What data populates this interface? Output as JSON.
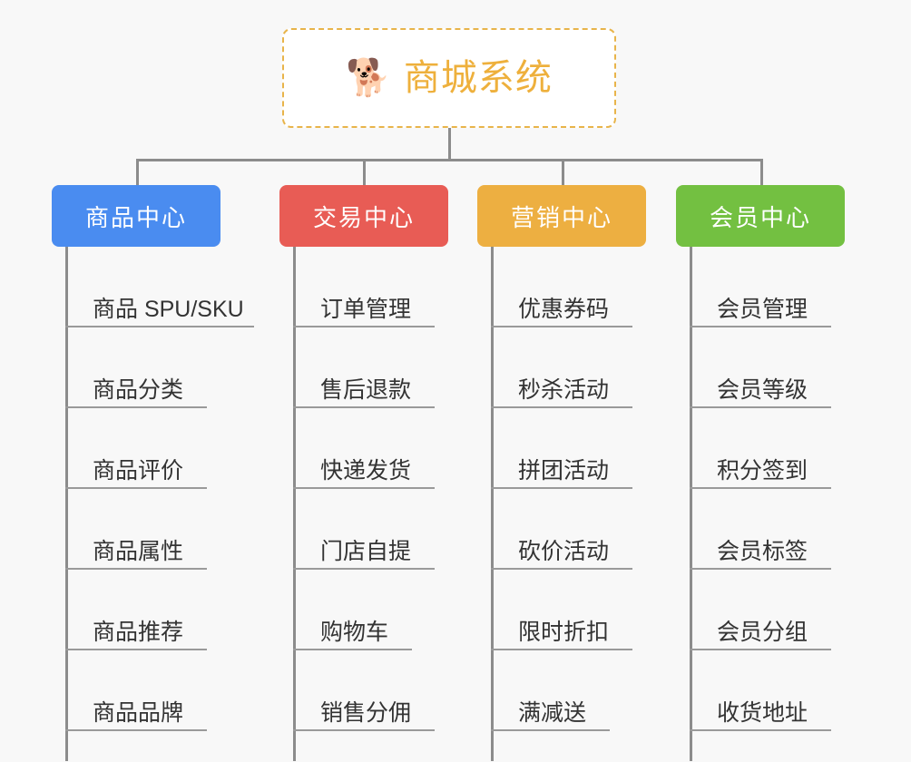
{
  "background_color": "#f8f8f8",
  "root": {
    "icon": "shiba-dog-face-emoji",
    "emoji": "🐕",
    "title": "商城系统",
    "text_color": "#eeb03c",
    "border_color": "#e8b44a"
  },
  "connector_color": "#8c8c8c",
  "columns": [
    {
      "title": "商品中心",
      "color": "#4a8cf0",
      "items": [
        "商品 SPU/SKU",
        "商品分类",
        "商品评价",
        "商品属性",
        "商品推荐",
        "商品品牌"
      ]
    },
    {
      "title": "交易中心",
      "color": "#e85c55",
      "items": [
        "订单管理",
        "售后退款",
        "快递发货",
        "门店自提",
        "购物车",
        "销售分佣"
      ]
    },
    {
      "title": "营销中心",
      "color": "#edaf41",
      "items": [
        "优惠券码",
        "秒杀活动",
        "拼团活动",
        "砍价活动",
        "限时折扣",
        "满减送"
      ]
    },
    {
      "title": "会员中心",
      "color": "#73c041",
      "items": [
        "会员管理",
        "会员等级",
        "积分签到",
        "会员标签",
        "会员分组",
        "收货地址"
      ]
    }
  ]
}
